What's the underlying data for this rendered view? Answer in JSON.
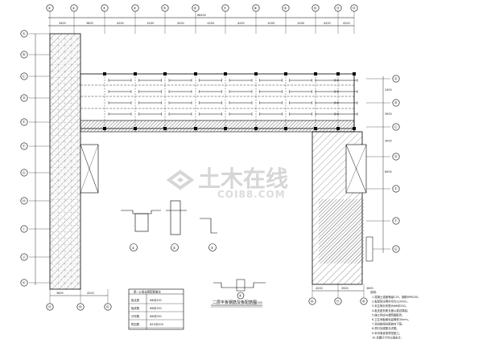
{
  "drawing": {
    "title": "二层平板钢筋及板配筋图",
    "scale": "1:150",
    "dimension_total": "66400",
    "top_axes": [
      "①",
      "②",
      "③",
      "④",
      "⑤",
      "⑥",
      "⑦",
      "⑧",
      "⑨",
      "⑩",
      "⑪",
      "⑫"
    ],
    "left_axes": [
      "Ⓐ",
      "Ⓑ",
      "Ⓒ",
      "Ⓓ",
      "Ⓔ",
      "Ⓕ",
      "Ⓖ",
      "Ⓗ",
      "Ⓘ",
      "Ⓙ",
      "Ⓚ"
    ],
    "right_axes": [
      "Ⓐ",
      "Ⓑ",
      "Ⓒ",
      "Ⓓ",
      "Ⓔ",
      "Ⓕ",
      "Ⓖ"
    ],
    "bottom_axes_left": [
      "⑬",
      "⑭",
      "⑮"
    ],
    "bottom_axes_right": [
      "⑯",
      "⑰",
      "⑱"
    ],
    "top_spans": [
      "3400",
      "3600",
      "4200",
      "4200",
      "4200",
      "4200",
      "4200",
      "4200",
      "4200",
      "4200",
      "4200"
    ],
    "right_spans": [
      "2400",
      "3900",
      "3000",
      "6000"
    ],
    "bottom_spans": [
      "3600",
      "4200",
      "4200",
      "3900",
      "3600"
    ]
  },
  "details": {
    "detail_marks": [
      "①",
      "②",
      "③",
      "④"
    ],
    "beam_legend_title": "梁—g 板支座配筋做法",
    "legend_rows": [
      {
        "label": "板支座",
        "value": "Φ8@200"
      },
      {
        "label": "板底筋",
        "value": "Φ8@150"
      },
      {
        "label": "分布筋",
        "value": "Φ6@250"
      },
      {
        "label": "附加筋",
        "value": "Φ10@200"
      }
    ]
  },
  "notes": {
    "heading": "说明：",
    "lines": [
      "1.混凝土强度等级C25，钢筋HPB235。",
      "2.板厚除注明外均为120mm。",
      "3.未注明分布筋为Φ6@250。",
      "4.板支座负筋长度从梁边算起。",
      "5.施工时应与建筑图配合。",
      "6.卫生间板面标高降低30mm。",
      "7.双向板短向筋放在下层。",
      "8.洞口加强筋见详图。",
      "9.未尽事宜按规范施工。",
      "10.本图尺寸均以毫米计。"
    ]
  },
  "watermark": {
    "text_cn": "土木在线",
    "text_en": "COI88.COM"
  },
  "colors": {
    "line": "#000000",
    "hatch": "#3a3a3a",
    "watermark": "#cfcfcf"
  }
}
